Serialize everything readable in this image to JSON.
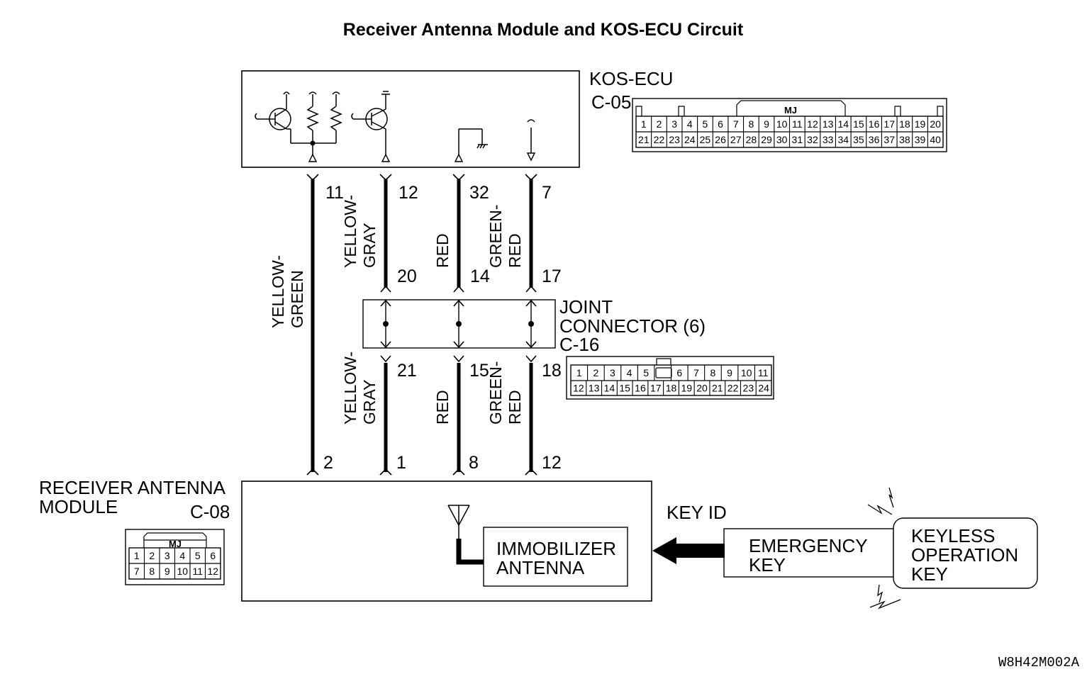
{
  "title": "Receiver Antenna  Module and KOS-ECU Circuit",
  "drawing_code": "W8H42M002A",
  "ecu": {
    "name": "KOS-ECU",
    "connector": "C-05",
    "mj": "MJ",
    "pins_top": [
      "1",
      "2",
      "3",
      "4",
      "5",
      "6",
      "7",
      "8",
      "9",
      "10",
      "11",
      "12",
      "13",
      "14",
      "15",
      "16",
      "17",
      "18",
      "19",
      "20"
    ],
    "pins_bottom": [
      "21",
      "22",
      "23",
      "24",
      "25",
      "26",
      "27",
      "28",
      "29",
      "30",
      "31",
      "32",
      "33",
      "34",
      "35",
      "36",
      "37",
      "38",
      "39",
      "40"
    ]
  },
  "joint": {
    "name_line1": "JOINT",
    "name_line2": "CONNECTOR (6)",
    "connector": "C-16",
    "pins_top": [
      "1",
      "2",
      "3",
      "4",
      "5",
      "",
      "6",
      "7",
      "8",
      "9",
      "10",
      "11"
    ],
    "pins_bottom": [
      "12",
      "13",
      "14",
      "15",
      "16",
      "17",
      "18",
      "19",
      "20",
      "21",
      "22",
      "23",
      "24"
    ]
  },
  "module": {
    "name_line1": "RECEIVER ANTENNA",
    "name_line2": "MODULE",
    "connector": "C-08",
    "mj": "MJ",
    "pins_top": [
      "1",
      "2",
      "3",
      "4",
      "5",
      "6"
    ],
    "pins_bottom": [
      "7",
      "8",
      "9",
      "10",
      "11",
      "12"
    ]
  },
  "wires": [
    {
      "ecu_pin": "11",
      "joint_in": "",
      "joint_out": "",
      "module_pin": "2",
      "color_upper": [
        "YELLOW-",
        "GREEN"
      ],
      "color_lower": []
    },
    {
      "ecu_pin": "12",
      "joint_in": "20",
      "joint_out": "21",
      "module_pin": "1",
      "color_upper": [
        "YELLOW-",
        "GRAY"
      ],
      "color_lower": [
        "YELLOW-",
        "GRAY"
      ]
    },
    {
      "ecu_pin": "32",
      "joint_in": "14",
      "joint_out": "15",
      "module_pin": "8",
      "color_upper": [
        "RED"
      ],
      "color_lower": [
        "RED"
      ]
    },
    {
      "ecu_pin": "7",
      "joint_in": "17",
      "joint_out": "18",
      "module_pin": "12",
      "color_upper": [
        "GREEN-",
        "RED"
      ],
      "color_lower": [
        "GREEN-",
        "RED"
      ]
    }
  ],
  "immobilizer": {
    "line1": "IMMOBILIZER",
    "line2": "ANTENNA"
  },
  "key_id": "KEY ID",
  "emergency_key": {
    "line1": "EMERGENCY",
    "line2": "KEY"
  },
  "keyless_key": {
    "line1": "KEYLESS",
    "line2": "OPERATION",
    "line3": "KEY"
  }
}
